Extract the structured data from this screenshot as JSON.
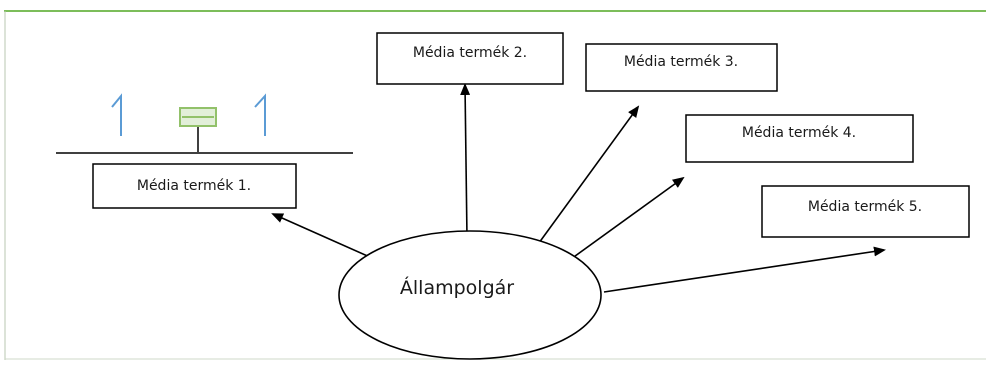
{
  "diagram": {
    "center": {
      "label": "Állampolgár"
    },
    "nodes": [
      {
        "id": "n1",
        "label": "Média termék 1."
      },
      {
        "id": "n2",
        "label": "Média termék 2."
      },
      {
        "id": "n3",
        "label": "Média termék 3."
      },
      {
        "id": "n4",
        "label": "Média termék 4."
      },
      {
        "id": "n5",
        "label": "Média termék 5."
      }
    ],
    "colors": {
      "frame": "#7cbd5a",
      "line": "#000000",
      "box_border": "#000000",
      "ellipse_fill": "#ffffff",
      "tool_icon_blue": "#5b9bd5",
      "tool_icon_green": "#92c16a",
      "tool_icon_green_fill": "#e2efd9"
    }
  }
}
